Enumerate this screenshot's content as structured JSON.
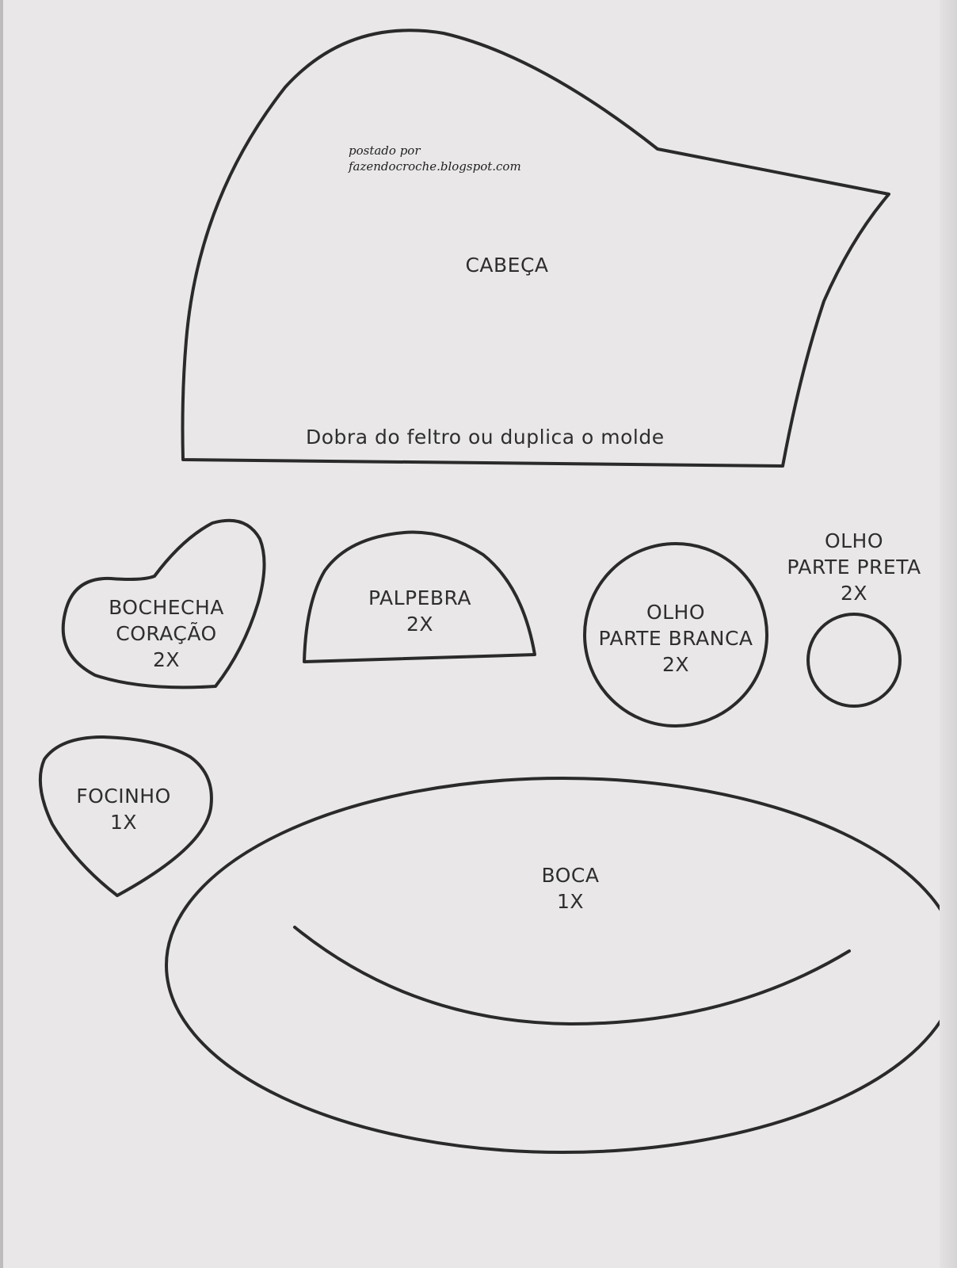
{
  "credit": {
    "line1": "postado por",
    "line2": "fazendocroche.blogspot.com"
  },
  "pieces": {
    "cabeca": {
      "name": "CABEÇA",
      "fold_note": "Dobra do feltro ou duplica o molde"
    },
    "bochecha": {
      "line1": "BOCHECHA",
      "line2": "CORAÇÃO",
      "qty": "2X"
    },
    "palpebra": {
      "line1": "PALPEBRA",
      "qty": "2X"
    },
    "olho_branca": {
      "line1": "OLHO",
      "line2": "PARTE BRANCA",
      "qty": "2X"
    },
    "olho_preta": {
      "line1": "OLHO",
      "line2": "PARTE PRETA",
      "qty": "2X"
    },
    "focinho": {
      "line1": "FOCINHO",
      "qty": "1X"
    },
    "boca": {
      "line1": "BOCA",
      "qty": "1X"
    }
  },
  "colors": {
    "paper": "#e9e7e7",
    "outline": "#2a2a2a",
    "text": "#2e2e2e"
  }
}
